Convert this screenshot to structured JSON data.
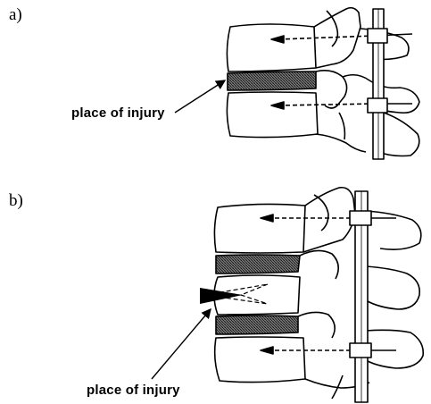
{
  "panels": [
    {
      "id": "a",
      "label": "a)",
      "annotation": "place of injury"
    },
    {
      "id": "b",
      "label": "b)",
      "annotation": "place of injury"
    }
  ],
  "colors": {
    "line": "#000000",
    "disc_fill": "#555555",
    "background": "#ffffff"
  }
}
